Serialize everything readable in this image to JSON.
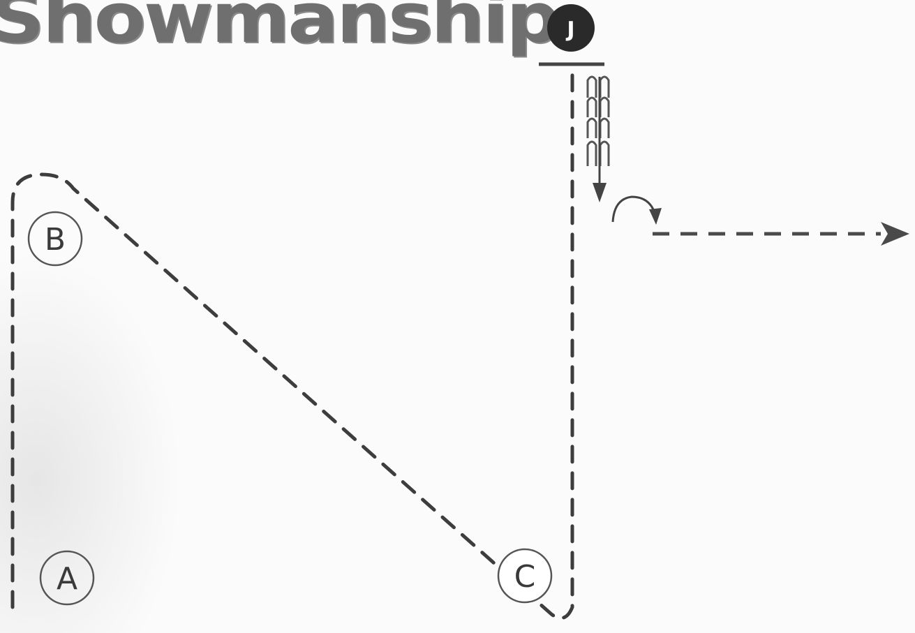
{
  "title": "Showmanship",
  "judge": {
    "label": "J"
  },
  "markers": [
    {
      "id": "A",
      "label": "A"
    },
    {
      "id": "B",
      "label": "B"
    },
    {
      "id": "C",
      "label": "C"
    }
  ],
  "colors": {
    "ink": "#3d3d3d",
    "title": "#6f6f6f",
    "judge_fill": "#2a2a2a"
  },
  "icons": [
    "judge-circle",
    "hoof-track-icon",
    "pivot-arrow-icon",
    "exit-arrow-icon"
  ]
}
